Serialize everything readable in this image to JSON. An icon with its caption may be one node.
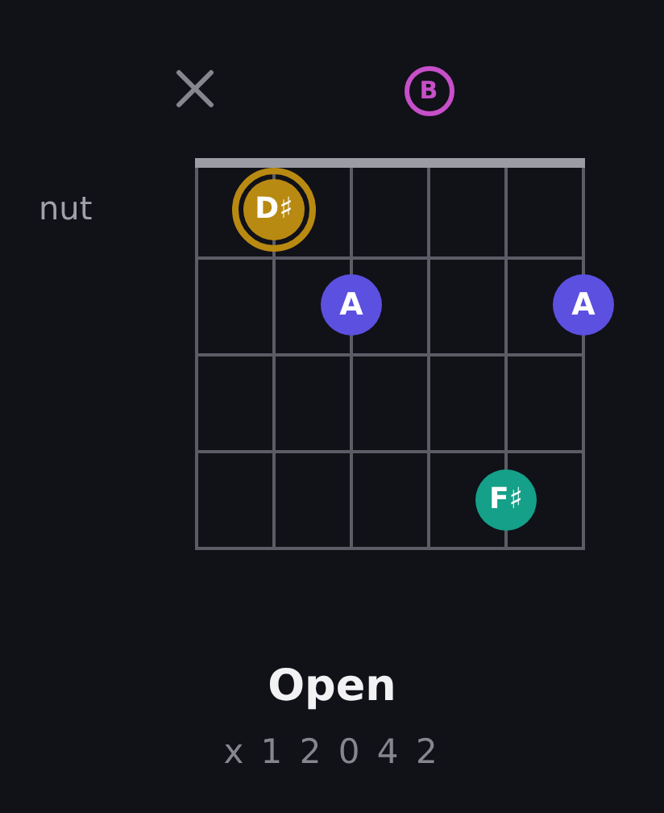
{
  "diagram": {
    "title": "Open",
    "nodes": [
      {
        "text": [
          "B"
        ]
      },
      {
        "text": [
          "D♯"
        ]
      },
      {
        "text": [
          "A"
        ]
      },
      {
        "text": [
          "A"
        ]
      },
      {
        "text": [
          "F♯"
        ]
      }
    ],
    "labels": [
      "nut",
      "x 1 2 0 4 2"
    ]
  }
}
